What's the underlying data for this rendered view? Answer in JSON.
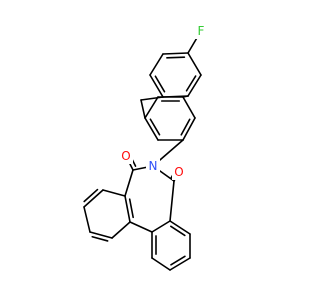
{
  "molecule": {
    "atoms": [
      {
        "id": "F1",
        "element": "F",
        "label": "F",
        "color": "#33cc33"
      },
      {
        "id": "O1",
        "element": "O",
        "label": "O",
        "color": "#ff0d0d"
      },
      {
        "id": "O2",
        "element": "O",
        "label": "O",
        "color": "#ff0d0d"
      },
      {
        "id": "N1",
        "element": "N",
        "label": "N",
        "color": "#3050f8"
      }
    ]
  },
  "colors": {
    "bond": "#000000",
    "background": "#ffffff"
  }
}
